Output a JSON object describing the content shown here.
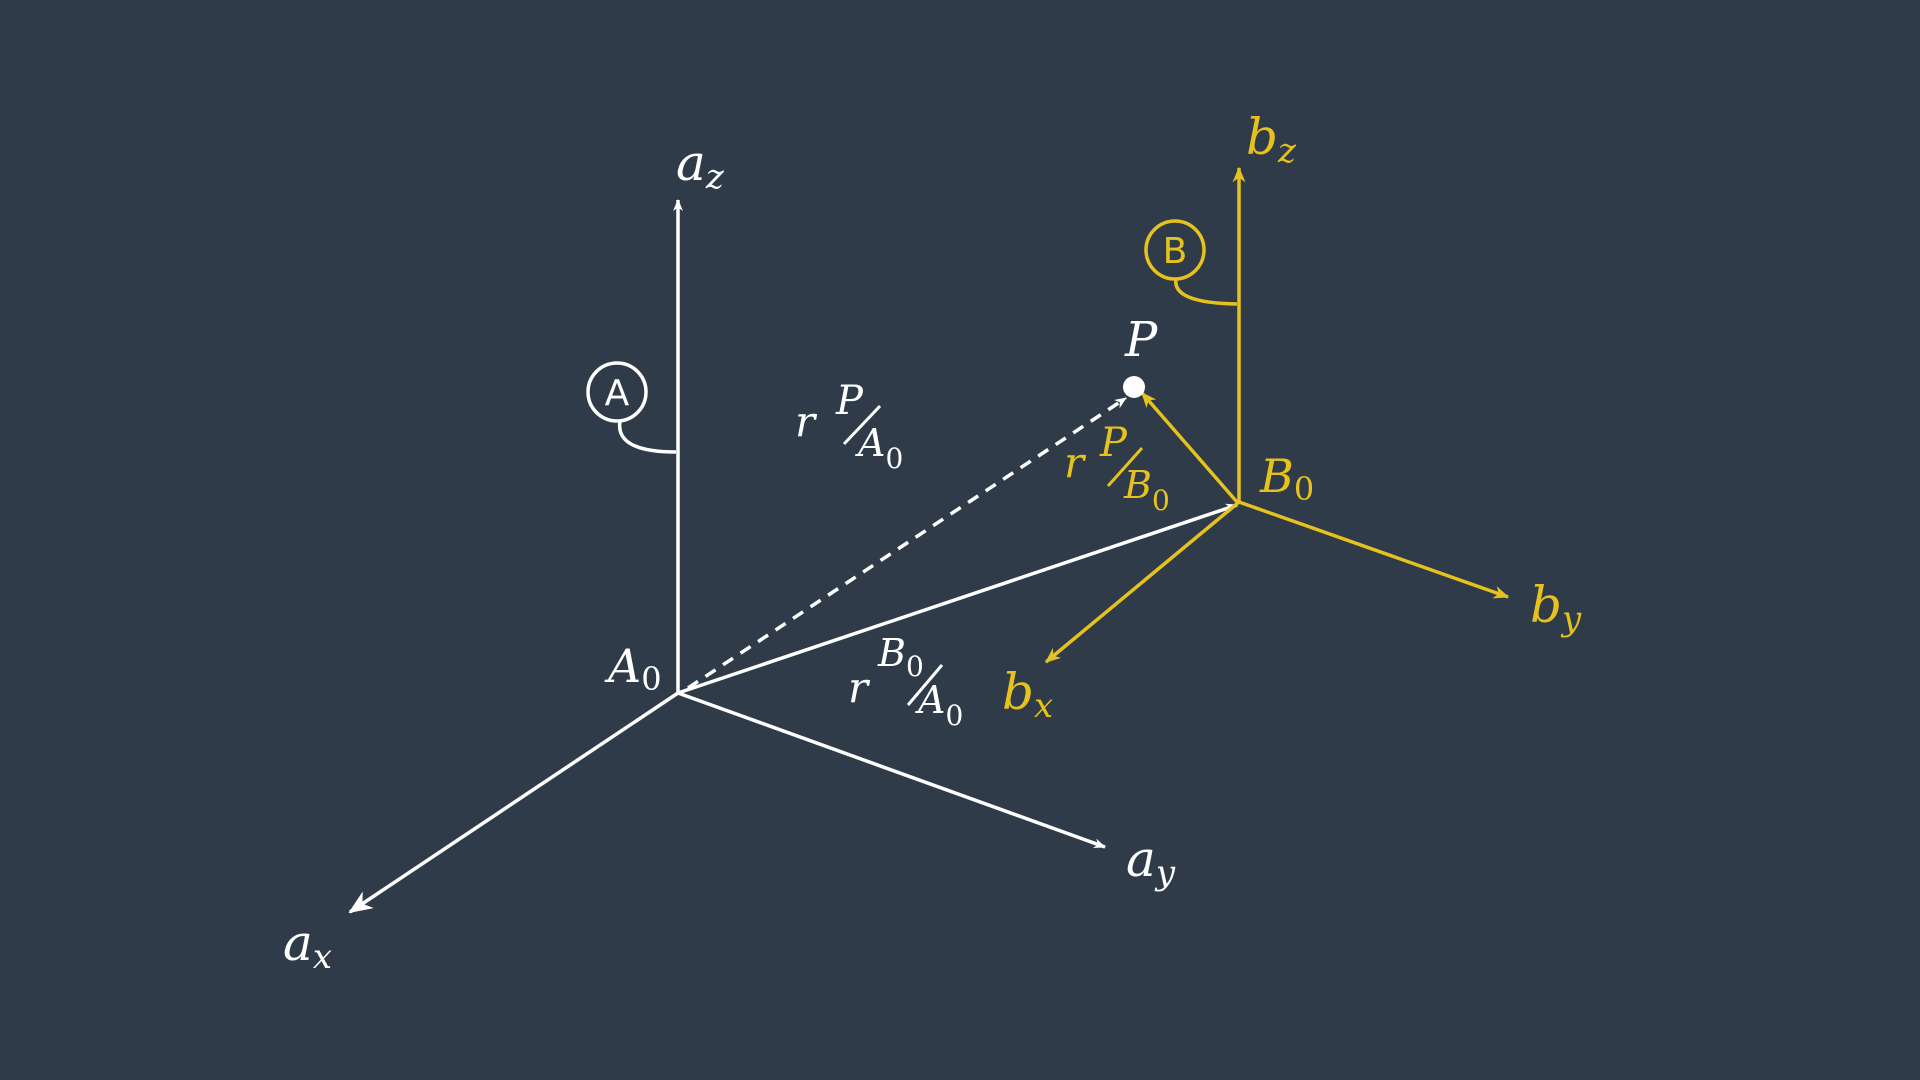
{
  "colors": {
    "background": "#2f3b48",
    "frame_a": "#ffffff",
    "frame_b": "#e6c21e"
  },
  "frame_a": {
    "marker": "A",
    "origin": {
      "base": "A",
      "sub": "0"
    },
    "axes": {
      "x": {
        "base": "a",
        "sub": "x"
      },
      "y": {
        "base": "a",
        "sub": "y"
      },
      "z": {
        "base": "a",
        "sub": "z"
      }
    }
  },
  "frame_b": {
    "marker": "B",
    "origin": {
      "base": "B",
      "sub": "0"
    },
    "axes": {
      "x": {
        "base": "b",
        "sub": "x"
      },
      "y": {
        "base": "b",
        "sub": "y"
      },
      "z": {
        "base": "b",
        "sub": "z"
      }
    }
  },
  "point": {
    "label": "P"
  },
  "vectors": {
    "r_P_A0": {
      "r": "r",
      "sup": "P",
      "den_base": "A",
      "den_sub": "0"
    },
    "r_P_B0": {
      "r": "r",
      "sup": "P",
      "den_base": "B",
      "den_sub": "0"
    },
    "r_B0_A0": {
      "r": "r",
      "sup_base": "B",
      "sup_sub": "0",
      "den_base": "A",
      "den_sub": "0"
    }
  }
}
